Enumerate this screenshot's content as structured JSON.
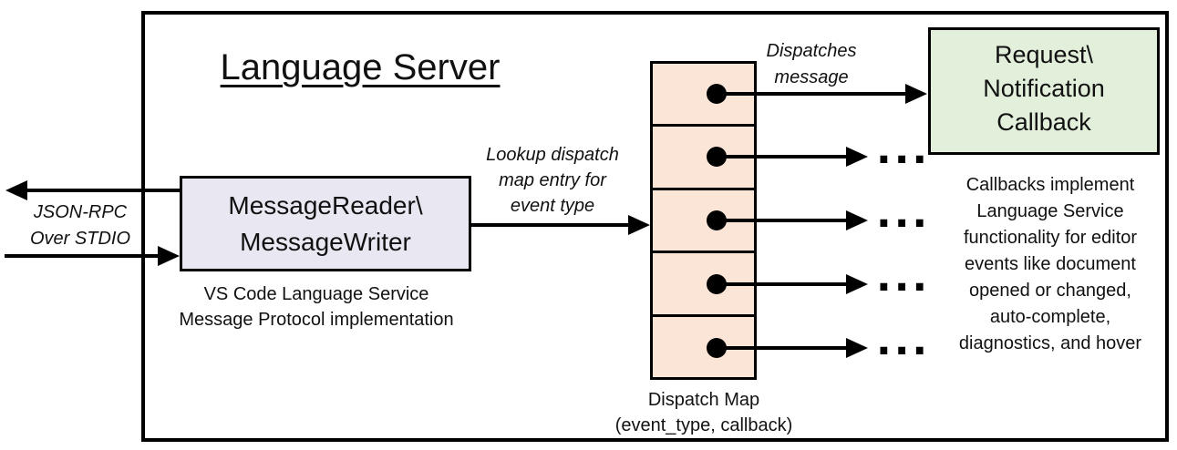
{
  "diagram": {
    "title": "Language Server",
    "left_io": {
      "line1": "JSON-RPC",
      "line2": "Over STDIO"
    },
    "message_box": {
      "line1": "MessageReader\\",
      "line2": "MessageWriter",
      "fill": "#e9e8f2",
      "caption": {
        "line1": "VS Code Language Service",
        "line2": "Message Protocol implementation"
      }
    },
    "lookup_label": {
      "line1": "Lookup dispatch",
      "line2": "map entry for",
      "line3": "event type"
    },
    "dispatches_label": {
      "line1": "Dispatches",
      "line2": "message"
    },
    "dispatch_map": {
      "fill": "#fbe5d6",
      "entry_count": 5,
      "caption": {
        "line1": "Dispatch Map",
        "line2": "(event_type, callback)"
      }
    },
    "callback_box": {
      "line1": "Request\\",
      "line2": "Notification",
      "line3": "Callback",
      "fill": "#e2efda"
    },
    "callback_note": {
      "lines": [
        "Callbacks implement",
        "Language Service",
        "functionality for editor",
        "events like document",
        "opened or changed,",
        "auto-complete,",
        "diagnostics, and hover"
      ]
    },
    "ellipsis": "..."
  }
}
